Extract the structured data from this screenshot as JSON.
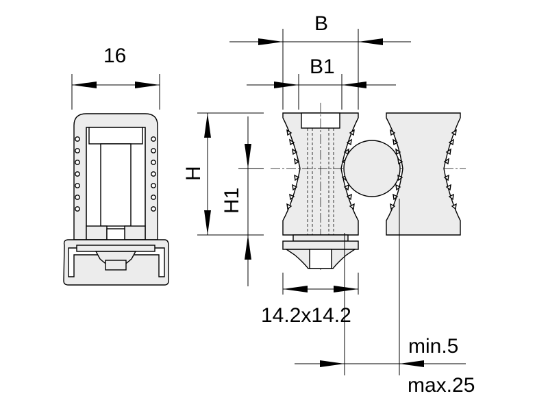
{
  "labels": {
    "width_side": "16",
    "width_b": "B",
    "width_b1": "B1",
    "height_h": "H",
    "height_h1": "H1",
    "nut_size": "14.2x14.2",
    "min_clamp": "min.5",
    "max_clamp": "max.25"
  }
}
